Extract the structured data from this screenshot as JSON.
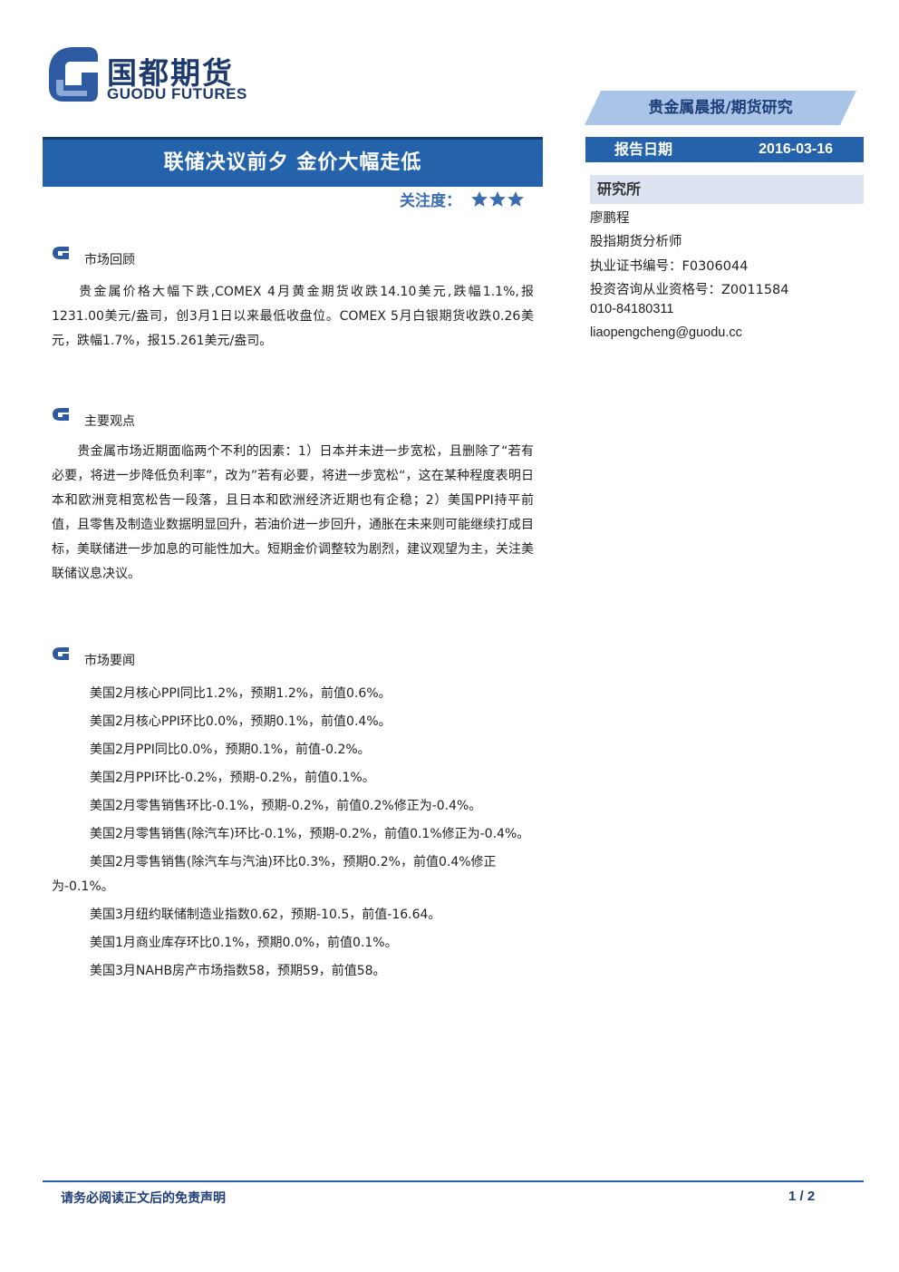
{
  "brand": {
    "name_cn": "国都期货",
    "name_en": "GUODU FUTURES"
  },
  "category": "贵金属晨报/期货研究",
  "report_date": {
    "label": "报告日期",
    "value": "2016-03-16"
  },
  "institute": {
    "title": "研究所",
    "analyst_name": "廖鹏程",
    "role": "股指期货分析师",
    "cert_no": "执业证书编号：F0306044",
    "consult_no": "投资咨询从业资格号：Z0011584",
    "phone": "010-84180311",
    "email": "liaopengcheng@guodu.cc"
  },
  "report": {
    "title": "联储决议前夕  金价大幅走低",
    "attention_label": "关注度：",
    "attention_stars": 3
  },
  "sections": {
    "review": {
      "title": "市场回顾",
      "body": "贵金属价格大幅下跌,COMEX 4月黄金期货收跌14.10美元,跌幅1.1%,报1231.00美元/盎司，创3月1日以来最低收盘位。COMEX 5月白银期货收跌0.26美元，跌幅1.7%，报15.261美元/盎司。"
    },
    "views": {
      "title": "主要观点",
      "body": "贵金属市场近期面临两个不利的因素：1）日本并未进一步宽松，且删除了“若有必要，将进一步降低负利率”，改为”若有必要，将进一步宽松“，这在某种程度表明日本和欧洲竞相宽松告一段落，且日本和欧洲经济近期也有企稳；2）美国PPI持平前值，且零售及制造业数据明显回升，若油价进一步回升，通胀在未来则可能继续打成目标，美联储进一步加息的可能性加大。短期金价调整较为剧烈，建议观望为主，关注美联储议息决议。"
    },
    "news": {
      "title": "市场要闻",
      "items": [
        "美国2月核心PPI同比1.2%，预期1.2%，前值0.6%。",
        "美国2月核心PPI环比0.0%，预期0.1%，前值0.4%。",
        "美国2月PPI同比0.0%，预期0.1%，前值-0.2%。",
        "美国2月PPI环比-0.2%，预期-0.2%，前值0.1%。",
        "美国2月零售销售环比-0.1%，预期-0.2%，前值0.2%修正为-0.4%。",
        "美国2月零售销售(除汽车)环比-0.1%，预期-0.2%，前值0.1%修正为-0.4%。",
        "美国2月零售销售(除汽车与汽油)环比0.3%，预期0.2%，前值0.4%修正为-0.1%。",
        "美国3月纽约联储制造业指数0.62，预期-10.5，前值-16.64。",
        "美国1月商业库存环比0.1%，预期0.0%，前值0.1%。",
        "美国3月NAHB房产市场指数58，预期59，前值58。"
      ]
    }
  },
  "footer": {
    "disclaimer": "请务必阅读正文后的免责声明",
    "page": "1 / 2"
  },
  "colors": {
    "primary_blue": "#2463ab",
    "dark_navy": "#1d3a6e",
    "light_band": "#dbe3f0",
    "banner_blue": "#a9c4e6"
  }
}
